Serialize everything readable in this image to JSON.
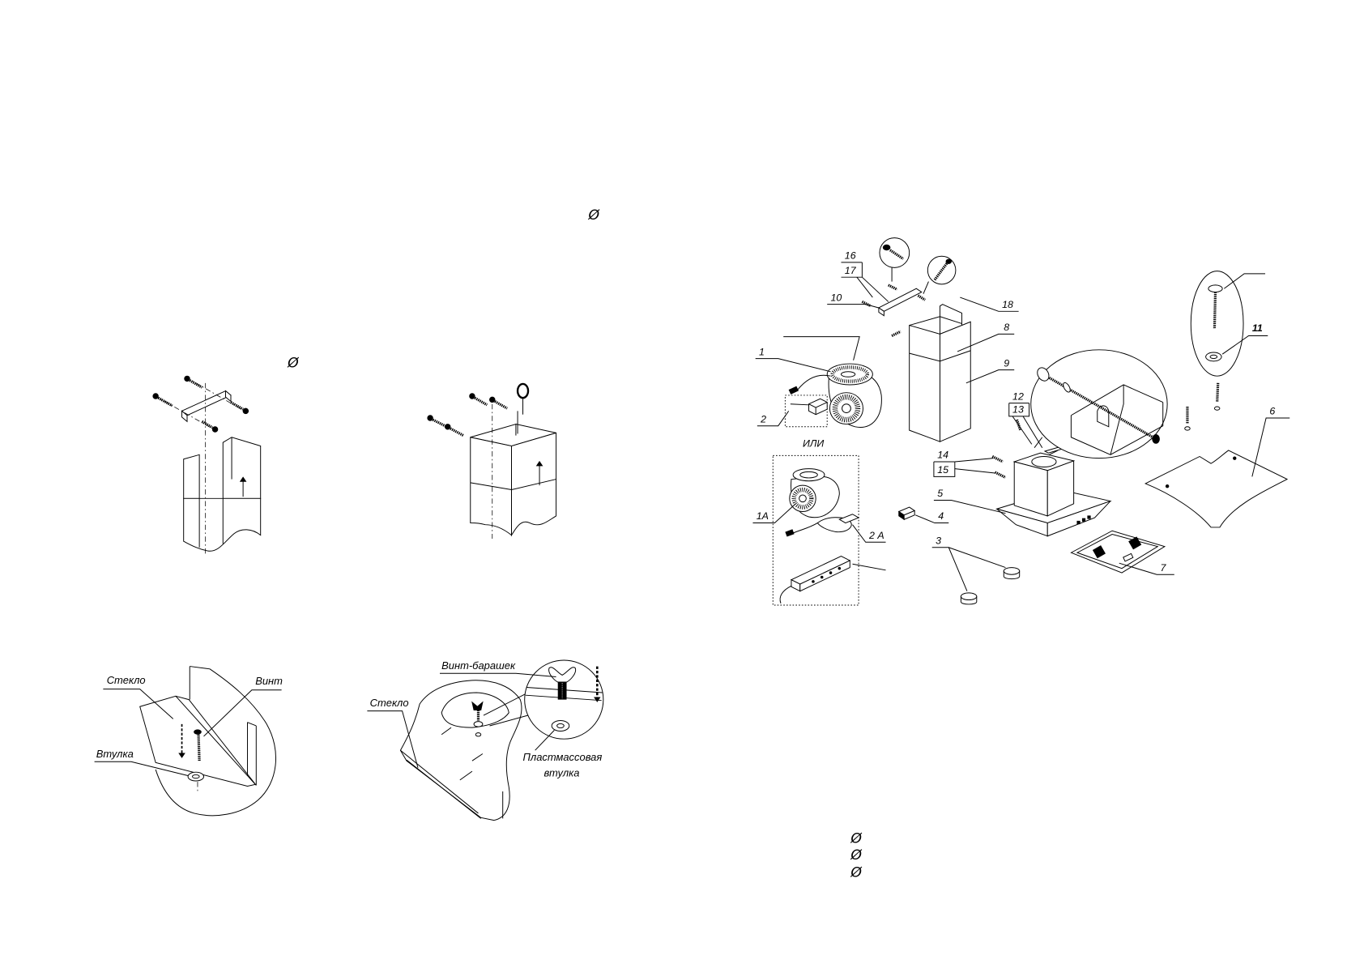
{
  "diameter_marks": [
    "Ø",
    "Ø",
    "Ø",
    "Ø",
    "Ø"
  ],
  "glass_screw_detail": {
    "glass": "Стекло",
    "screw": "Винт",
    "bushing": "Втулка"
  },
  "wing_nut_detail": {
    "wing_nut": "Винт-барашек",
    "glass": "Стекло",
    "plastic_bushing": [
      "Пластмассовая",
      "втулка"
    ]
  },
  "exploded_view": {
    "or_label": "ИЛИ",
    "parts": {
      "p1": "1",
      "p1a": "1А",
      "p2": "2",
      "p2a": "2 А",
      "p3": "3",
      "p4": "4",
      "p5": "5",
      "p6": "6",
      "p7": "7",
      "p8": "8",
      "p9": "9",
      "p10": "10",
      "p11": "11",
      "p12": "12",
      "p13": "13",
      "p14": "14",
      "p15": "15",
      "p16": "16",
      "p17": "17",
      "p18": "18"
    }
  }
}
